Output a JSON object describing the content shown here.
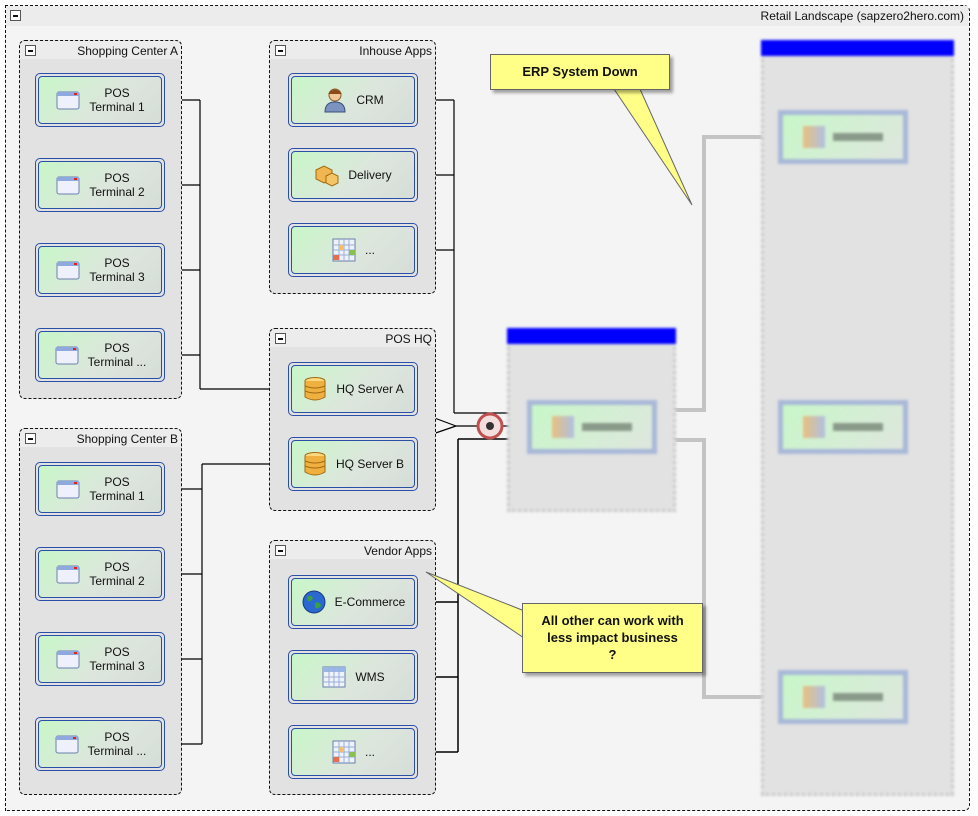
{
  "canvas": {
    "title": "Retail Landscape (sapzero2hero.com)"
  },
  "groups": {
    "shopping_center_a": {
      "label": "Shopping Center A",
      "nodes": [
        {
          "line1": "POS",
          "line2": "Terminal 1",
          "icon": "window-icon"
        },
        {
          "line1": "POS",
          "line2": "Terminal 2",
          "icon": "window-icon"
        },
        {
          "line1": "POS",
          "line2": "Terminal 3",
          "icon": "window-icon"
        },
        {
          "line1": "POS",
          "line2": "Terminal ...",
          "icon": "window-icon"
        }
      ]
    },
    "shopping_center_b": {
      "label": "Shopping Center B",
      "nodes": [
        {
          "line1": "POS",
          "line2": "Terminal 1",
          "icon": "window-icon"
        },
        {
          "line1": "POS",
          "line2": "Terminal 2",
          "icon": "window-icon"
        },
        {
          "line1": "POS",
          "line2": "Terminal 3",
          "icon": "window-icon"
        },
        {
          "line1": "POS",
          "line2": "Terminal ...",
          "icon": "window-icon"
        }
      ]
    },
    "inhouse_apps": {
      "label": "Inhouse Apps",
      "nodes": [
        {
          "label": "CRM",
          "icon": "user-icon"
        },
        {
          "label": "Delivery",
          "icon": "boxes-icon"
        },
        {
          "label": "...",
          "icon": "calendar-grid-icon"
        }
      ]
    },
    "pos_hq": {
      "label": "POS HQ",
      "nodes": [
        {
          "label": "HQ Server A",
          "icon": "database-icon"
        },
        {
          "label": "HQ Server B",
          "icon": "database-icon"
        }
      ]
    },
    "vendor_apps": {
      "label": "Vendor Apps",
      "nodes": [
        {
          "label": "E-Commerce",
          "icon": "globe-icon"
        },
        {
          "label": "WMS",
          "icon": "table-icon"
        },
        {
          "label": "...",
          "icon": "calendar-grid-icon"
        }
      ]
    }
  },
  "callouts": {
    "erp_down": "ERP System Down",
    "other_impact": {
      "line1": "All other can work with",
      "line2": "less impact business",
      "line3": "?"
    }
  },
  "colors": {
    "node_border": "#2a4fa8",
    "callout_fill": "#ffff88",
    "blurred_titlebar": "#0000ff",
    "broken_link": "#c05050"
  }
}
